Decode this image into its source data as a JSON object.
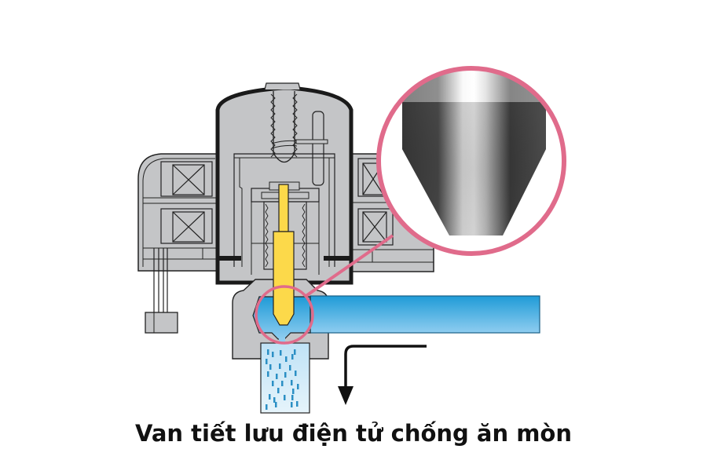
{
  "caption": "Van tiết lưu điện tử chống ăn mòn",
  "diagram": {
    "subject": "solenoid-expansion-valve-cross-section",
    "parts": [
      "coil-housing",
      "armature-can",
      "plunger-needle",
      "valve-body",
      "inlet-pipe",
      "outlet-spray",
      "flow-arrow",
      "magnifier-callout"
    ],
    "colors": {
      "body_gray": "#c4c5c7",
      "outline": "#222222",
      "needle_yellow": "#fcd94a",
      "pipe_blue_top": "#1f9bd7",
      "pipe_blue_bottom": "#8fcdf0",
      "spray_light": "#d6ecf8",
      "spray_dash": "#2b8fc4",
      "callout_pink": "#e06b8b",
      "arrow_black": "#111111"
    }
  }
}
